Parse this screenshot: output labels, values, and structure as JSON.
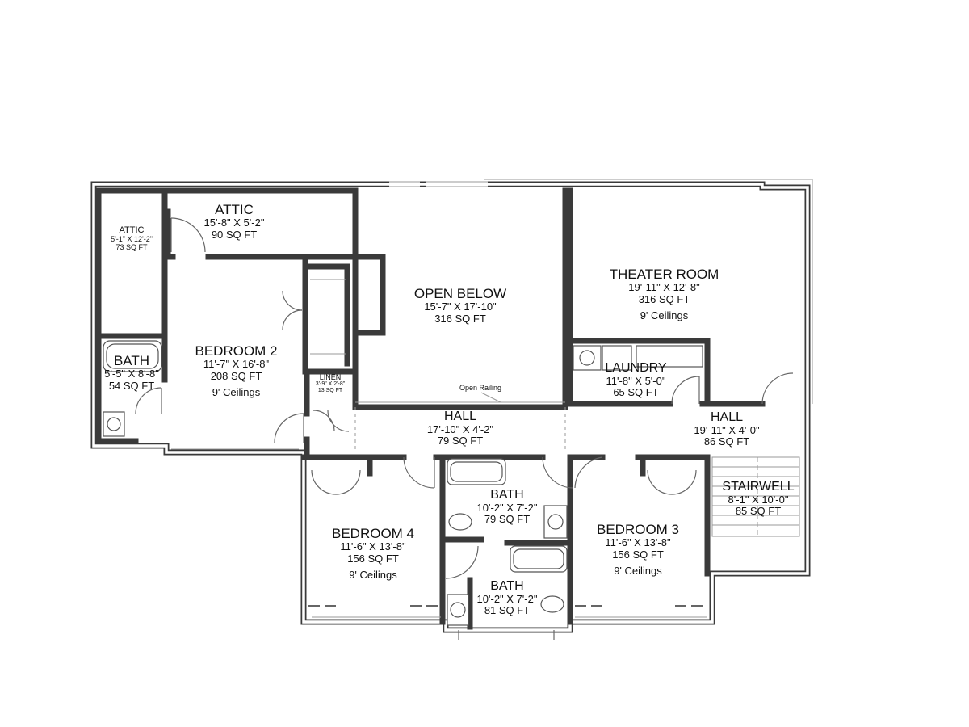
{
  "rooms": [
    {
      "key": "attic-left",
      "name": "ATTIC",
      "dims": "5'-1\" X 12'-2\"",
      "area": "73 SQ FT",
      "ceiling": ""
    },
    {
      "key": "attic-top",
      "name": "ATTIC",
      "dims": "15'-8\" X 5'-2\"",
      "area": "90 SQ FT",
      "ceiling": ""
    },
    {
      "key": "bath-left",
      "name": "BATH",
      "dims": "5'-5\" X 8'-8\"",
      "area": "54 SQ FT",
      "ceiling": ""
    },
    {
      "key": "bedroom-2",
      "name": "BEDROOM 2",
      "dims": "11'-7\" X 16'-8\"",
      "area": "208 SQ FT",
      "ceiling": "9' Ceilings"
    },
    {
      "key": "linen",
      "name": "LINEN",
      "dims": "3'-9\" X 2'-8\"",
      "area": "13 SQ FT",
      "ceiling": ""
    },
    {
      "key": "open-below",
      "name": "OPEN BELOW",
      "dims": "15'-7\" X 17'-10\"",
      "area": "316 SQ FT",
      "ceiling": ""
    },
    {
      "key": "theater-room",
      "name": "THEATER ROOM",
      "dims": "19'-11\" X 12'-8\"",
      "area": "316 SQ FT",
      "ceiling": "9' Ceilings"
    },
    {
      "key": "laundry",
      "name": "LAUNDRY",
      "dims": "11'-8\" X 5'-0\"",
      "area": "65 SQ FT",
      "ceiling": ""
    },
    {
      "key": "hall-center",
      "name": "HALL",
      "dims": "17'-10\" X 4'-2\"",
      "area": "79 SQ FT",
      "ceiling": ""
    },
    {
      "key": "hall-right",
      "name": "HALL",
      "dims": "19'-11\" X 4'-0\"",
      "area": "86 SQ FT",
      "ceiling": ""
    },
    {
      "key": "stairwell",
      "name": "STAIRWELL",
      "dims": "8'-1\" X 10'-0\"",
      "area": "85 SQ FT",
      "ceiling": ""
    },
    {
      "key": "bath-mid",
      "name": "BATH",
      "dims": "10'-2\" X 7'-2\"",
      "area": "79 SQ FT",
      "ceiling": ""
    },
    {
      "key": "bath-low",
      "name": "BATH",
      "dims": "10'-2\" X 7'-2\"",
      "area": "81 SQ FT",
      "ceiling": ""
    },
    {
      "key": "bedroom-4",
      "name": "BEDROOM 4",
      "dims": "11'-6\" X 13'-8\"",
      "area": "156 SQ FT",
      "ceiling": "9' Ceilings"
    },
    {
      "key": "bedroom-3",
      "name": "BEDROOM 3",
      "dims": "11'-6\" X 13'-8\"",
      "area": "156 SQ FT",
      "ceiling": "9' Ceilings"
    }
  ],
  "notes": {
    "open_railing": "Open Railing"
  },
  "colors": {
    "wall": "#3a3a3a",
    "wall_fill": "#ffffff",
    "thin_line": "#777777",
    "fixture": "#666666"
  }
}
